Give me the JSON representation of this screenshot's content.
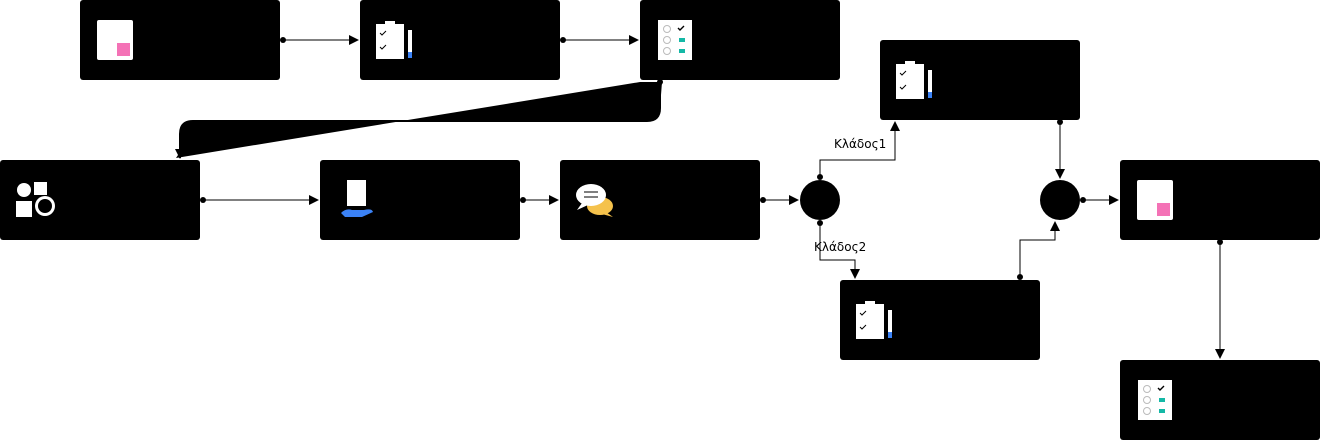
{
  "diagram": {
    "colors": {
      "node_fill": "#000000",
      "edge": "#000000",
      "background": "#ffffff",
      "pink": "#f472b6",
      "teal": "#14b8a6",
      "blue": "#3b82f6",
      "yellow": "#f5c24c"
    },
    "nodes": [
      {
        "id": "n1",
        "kind": "process",
        "icon": "document-pink-square-icon"
      },
      {
        "id": "n2",
        "kind": "process",
        "icon": "checklist-pencil-icon"
      },
      {
        "id": "n3",
        "kind": "process",
        "icon": "checkbox-list-icon"
      },
      {
        "id": "n4",
        "kind": "process",
        "icon": "shapes-icon"
      },
      {
        "id": "n5",
        "kind": "process",
        "icon": "hand-document-icon"
      },
      {
        "id": "n6",
        "kind": "process",
        "icon": "chat-bubbles-icon"
      },
      {
        "id": "g1",
        "kind": "gateway",
        "icon": "gateway-split-icon"
      },
      {
        "id": "n7",
        "kind": "process",
        "icon": "checklist-pencil-icon"
      },
      {
        "id": "n8",
        "kind": "process",
        "icon": "checklist-pencil-icon"
      },
      {
        "id": "g2",
        "kind": "gateway",
        "icon": "gateway-merge-icon"
      },
      {
        "id": "n9",
        "kind": "process",
        "icon": "document-pink-square-icon"
      },
      {
        "id": "n10",
        "kind": "process",
        "icon": "checkbox-list-icon"
      }
    ],
    "edges": [
      {
        "from": "n1",
        "to": "n2"
      },
      {
        "from": "n2",
        "to": "n3"
      },
      {
        "from": "n3",
        "to": "n4"
      },
      {
        "from": "n4",
        "to": "n5"
      },
      {
        "from": "n5",
        "to": "n6"
      },
      {
        "from": "n6",
        "to": "g1"
      },
      {
        "from": "g1",
        "to": "n7",
        "label": "Κλάδος1"
      },
      {
        "from": "g1",
        "to": "n8",
        "label": "Κλάδος2"
      },
      {
        "from": "n7",
        "to": "g2"
      },
      {
        "from": "n8",
        "to": "g2"
      },
      {
        "from": "g2",
        "to": "n9"
      },
      {
        "from": "n9",
        "to": "n10"
      }
    ]
  }
}
